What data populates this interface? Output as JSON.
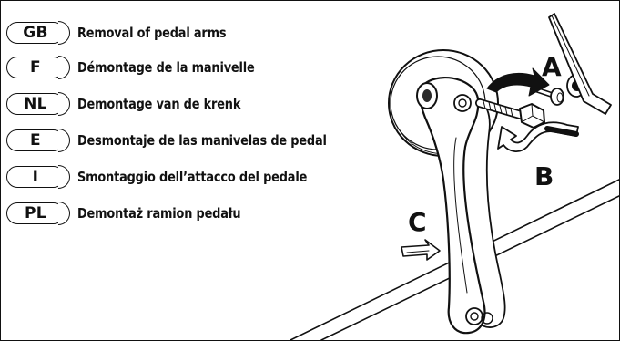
{
  "languages": [
    {
      "code": "GB",
      "text": "Removal of pedal arms"
    },
    {
      "code": "F",
      "text": "Démontage de la manivelle"
    },
    {
      "code": "NL",
      "text": "Demontage van de krenk"
    },
    {
      "code": "E",
      "text": "Desmontaje de las manivelas de pedal"
    },
    {
      "code": "I",
      "text": "Smontaggio dell’attacco del pedale"
    },
    {
      "code": "PL",
      "text": "Demontaż ramion pedału"
    }
  ],
  "labels": {
    "a": "A",
    "b": "B",
    "c": "C"
  },
  "colors": {
    "ink": "#111111",
    "paper": "#ffffff",
    "shade": "#2a2a2a"
  }
}
